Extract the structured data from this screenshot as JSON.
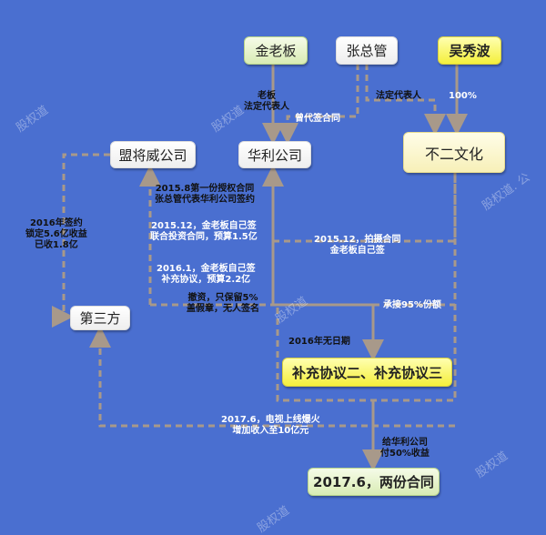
{
  "nodes": {
    "jin": "金老板",
    "zhang": "张总管",
    "wu": "吴秀波",
    "mengjiangwei": "盟将威公司",
    "huali": "华利公司",
    "buer": "不二文化",
    "third": "第三方",
    "supplement": "补充协议二、补充协议三",
    "final": "2017.6，两份合同"
  },
  "labels": {
    "boss1": "老板",
    "boss2": "法定代表人",
    "proxy": "曾代签合同",
    "legal": "法定代表人",
    "pct100": "100%",
    "c1a": "2015.8第一份授权合同",
    "c1b": "张总管代表华利公司签约",
    "c2a": "2015.12，金老板自己签",
    "c2b": "联合投资合同，预算1.5亿",
    "c3a": "2016.1，金老板自己签",
    "c3b": "补充协议，预算2.2亿",
    "w1": "撤资，只保留5%",
    "w2": "盖假章，无人签名",
    "s1": "2016年签约",
    "s2": "锁定5.6亿收益",
    "s3": "已收1.8亿",
    "p1": "2015.12，拍摄合同",
    "p2": "金老板自己签",
    "t95": "承接95%份额",
    "nodate": "2016年无日期",
    "tv1": "2017.6，电视上线爆火",
    "tv2": "增加收入至10亿元",
    "g1": "给华利公司",
    "g2": "付50%收益"
  },
  "watermark": "股权道",
  "watermark2": "股权道. 公"
}
